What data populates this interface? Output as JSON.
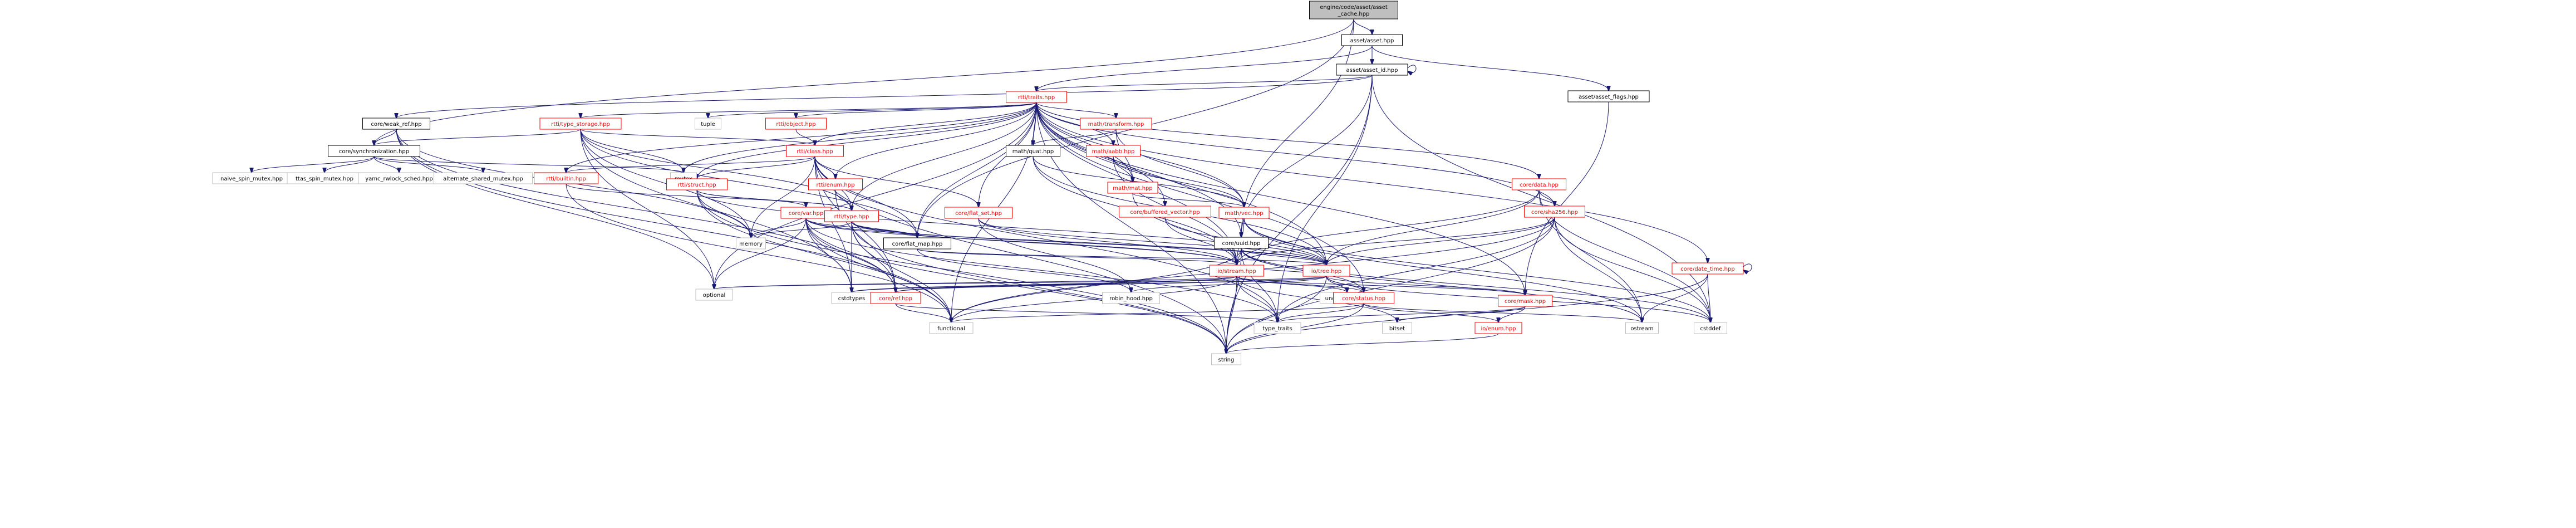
{
  "diagram": {
    "title": "",
    "colors": {
      "edge": "#191970",
      "root_fill": "#bfbfbf",
      "border_red": "#ff0000",
      "border_black": "#000000",
      "border_grey": "#bfbfbf",
      "label_red": "#ff0000",
      "label_black": "#000000"
    },
    "nodes": [
      {
        "id": "root",
        "lines": [
          "engine/code/asset/asset",
          "_cache.hpp"
        ],
        "style": "root"
      },
      {
        "id": "asset_hpp",
        "lines": [
          "asset/asset.hpp"
        ],
        "style": "black"
      },
      {
        "id": "asset_id",
        "lines": [
          "asset/asset_id.hpp"
        ],
        "style": "black"
      },
      {
        "id": "asset_flags",
        "lines": [
          "asset/asset_flags.hpp"
        ],
        "style": "black"
      },
      {
        "id": "rtti_traits",
        "lines": [
          "rtti/traits.hpp"
        ],
        "style": "red"
      },
      {
        "id": "weak_ref",
        "lines": [
          "core/weak_ref.hpp"
        ],
        "style": "black"
      },
      {
        "id": "type_storage",
        "lines": [
          "rtti/type_storage.hpp"
        ],
        "style": "red"
      },
      {
        "id": "tuple",
        "lines": [
          "tuple"
        ],
        "style": "grey"
      },
      {
        "id": "rtti_object",
        "lines": [
          "rtti/object.hpp"
        ],
        "style": "red"
      },
      {
        "id": "rtti_class",
        "lines": [
          "rtti/class.hpp"
        ],
        "style": "red"
      },
      {
        "id": "math_transform",
        "lines": [
          "math/transform.hpp"
        ],
        "style": "red"
      },
      {
        "id": "core_data",
        "lines": [
          "core/data.hpp"
        ],
        "style": "red"
      },
      {
        "id": "core_sync",
        "lines": [
          "core/synchronization.hpp"
        ],
        "style": "black"
      },
      {
        "id": "naive_spin",
        "lines": [
          "naive_spin_mutex.hpp"
        ],
        "style": "grey"
      },
      {
        "id": "ttas_spin",
        "lines": [
          "ttas_spin_mutex.hpp"
        ],
        "style": "grey"
      },
      {
        "id": "yamc_rwlock",
        "lines": [
          "yamc_rwlock_sched.hpp"
        ],
        "style": "grey"
      },
      {
        "id": "alt_shared",
        "lines": [
          "alternate_shared_mutex.hpp"
        ],
        "style": "grey"
      },
      {
        "id": "mutex",
        "lines": [
          "mutex"
        ],
        "style": "grey"
      },
      {
        "id": "rtti_builtin",
        "lines": [
          "rtti/builtin.hpp"
        ],
        "style": "red"
      },
      {
        "id": "rtti_struct",
        "lines": [
          "rtti/struct.hpp"
        ],
        "style": "red"
      },
      {
        "id": "rtti_enum",
        "lines": [
          "rtti/enum.hpp"
        ],
        "style": "red"
      },
      {
        "id": "math_quat",
        "lines": [
          "math/quat.hpp"
        ],
        "style": "black"
      },
      {
        "id": "math_aabb",
        "lines": [
          "math/aabb.hpp"
        ],
        "style": "red"
      },
      {
        "id": "core_var",
        "lines": [
          "core/var.hpp"
        ],
        "style": "red"
      },
      {
        "id": "rtti_type",
        "lines": [
          "rtti/type.hpp"
        ],
        "style": "red"
      },
      {
        "id": "core_flat_set",
        "lines": [
          "core/flat_set.hpp"
        ],
        "style": "red"
      },
      {
        "id": "math_mat",
        "lines": [
          "math/mat.hpp"
        ],
        "style": "red"
      },
      {
        "id": "core_sha256",
        "lines": [
          "core/sha256.hpp"
        ],
        "style": "red"
      },
      {
        "id": "memory",
        "lines": [
          "memory"
        ],
        "style": "grey"
      },
      {
        "id": "core_flat_map",
        "lines": [
          "core/flat_map.hpp"
        ],
        "style": "black"
      },
      {
        "id": "core_buffered",
        "lines": [
          "core/buffered_vector.hpp"
        ],
        "style": "red"
      },
      {
        "id": "core_uuid",
        "lines": [
          "core/uuid.hpp"
        ],
        "style": "black"
      },
      {
        "id": "math_vec",
        "lines": [
          "math/vec.hpp"
        ],
        "style": "red"
      },
      {
        "id": "io_stream",
        "lines": [
          "io/stream.hpp"
        ],
        "style": "red"
      },
      {
        "id": "io_tree",
        "lines": [
          "io/tree.hpp"
        ],
        "style": "red"
      },
      {
        "id": "optional",
        "lines": [
          "optional"
        ],
        "style": "grey"
      },
      {
        "id": "cstdtypes",
        "lines": [
          "cstdtypes"
        ],
        "style": "grey"
      },
      {
        "id": "core_ref",
        "lines": [
          "core/ref.hpp"
        ],
        "style": "red"
      },
      {
        "id": "robin_hood",
        "lines": [
          "robin_hood.hpp"
        ],
        "style": "grey"
      },
      {
        "id": "unordered_map",
        "lines": [
          "unordered_map"
        ],
        "style": "grey"
      },
      {
        "id": "core_status",
        "lines": [
          "core/status.hpp"
        ],
        "style": "red"
      },
      {
        "id": "core_mask",
        "lines": [
          "core/mask.hpp"
        ],
        "style": "red"
      },
      {
        "id": "core_date_time",
        "lines": [
          "core/date_time.hpp"
        ],
        "style": "red"
      },
      {
        "id": "functional",
        "lines": [
          "functional"
        ],
        "style": "grey"
      },
      {
        "id": "type_traits",
        "lines": [
          "type_traits"
        ],
        "style": "grey"
      },
      {
        "id": "bitset",
        "lines": [
          "bitset"
        ],
        "style": "grey"
      },
      {
        "id": "io_enum",
        "lines": [
          "io/enum.hpp"
        ],
        "style": "red"
      },
      {
        "id": "cstddef",
        "lines": [
          "cstddef"
        ],
        "style": "grey"
      },
      {
        "id": "ostream",
        "lines": [
          "ostream"
        ],
        "style": "grey"
      },
      {
        "id": "string",
        "lines": [
          "string"
        ],
        "style": "grey"
      }
    ],
    "edges": [
      [
        "root",
        "asset_hpp"
      ],
      [
        "root",
        "core_sync"
      ],
      [
        "root",
        "core_flat_map"
      ],
      [
        "root",
        "core_uuid"
      ],
      [
        "asset_hpp",
        "asset_id"
      ],
      [
        "asset_hpp",
        "asset_flags"
      ],
      [
        "asset_hpp",
        "rtti_traits"
      ],
      [
        "asset_id",
        "rtti_traits"
      ],
      [
        "asset_id",
        "weak_ref"
      ],
      [
        "asset_id",
        "core_uuid"
      ],
      [
        "asset_id",
        "asset_id"
      ],
      [
        "asset_id",
        "string"
      ],
      [
        "asset_id",
        "cstddef"
      ],
      [
        "asset_id",
        "type_traits"
      ],
      [
        "asset_flags",
        "core_mask"
      ],
      [
        "weak_ref",
        "core_sync"
      ],
      [
        "weak_ref",
        "core_ref"
      ],
      [
        "weak_ref",
        "memory"
      ],
      [
        "weak_ref",
        "functional"
      ],
      [
        "weak_ref",
        "optional"
      ],
      [
        "core_sync",
        "naive_spin"
      ],
      [
        "core_sync",
        "ttas_spin"
      ],
      [
        "core_sync",
        "yamc_rwlock"
      ],
      [
        "core_sync",
        "alt_shared"
      ],
      [
        "core_sync",
        "mutex"
      ],
      [
        "rtti_traits",
        "type_storage"
      ],
      [
        "rtti_traits",
        "tuple"
      ],
      [
        "rtti_traits",
        "rtti_object"
      ],
      [
        "rtti_traits",
        "rtti_class"
      ],
      [
        "rtti_traits",
        "math_transform"
      ],
      [
        "rtti_traits",
        "core_data"
      ],
      [
        "rtti_traits",
        "rtti_builtin"
      ],
      [
        "rtti_traits",
        "rtti_struct"
      ],
      [
        "rtti_traits",
        "rtti_enum"
      ],
      [
        "rtti_traits",
        "math_quat"
      ],
      [
        "rtti_traits",
        "math_aabb"
      ],
      [
        "rtti_traits",
        "rtti_type"
      ],
      [
        "rtti_traits",
        "core_flat_set"
      ],
      [
        "rtti_traits",
        "math_mat"
      ],
      [
        "rtti_traits",
        "core_sha256"
      ],
      [
        "rtti_traits",
        "core_flat_map"
      ],
      [
        "rtti_traits",
        "core_buffered"
      ],
      [
        "rtti_traits",
        "core_uuid"
      ],
      [
        "rtti_traits",
        "math_vec"
      ],
      [
        "rtti_traits",
        "io_stream"
      ],
      [
        "rtti_traits",
        "io_tree"
      ],
      [
        "rtti_traits",
        "core_status"
      ],
      [
        "rtti_traits",
        "core_mask"
      ],
      [
        "rtti_traits",
        "core_date_time"
      ],
      [
        "rtti_traits",
        "functional"
      ],
      [
        "rtti_traits",
        "string"
      ],
      [
        "rtti_traits",
        "mutex"
      ],
      [
        "rtti_traits",
        "optional"
      ],
      [
        "type_storage",
        "rtti_class"
      ],
      [
        "type_storage",
        "core_sync"
      ],
      [
        "type_storage",
        "memory"
      ],
      [
        "type_storage",
        "mutex"
      ],
      [
        "type_storage",
        "optional"
      ],
      [
        "type_storage",
        "cstdtypes"
      ],
      [
        "type_storage",
        "core_flat_map"
      ],
      [
        "type_storage",
        "rtti_type"
      ],
      [
        "rtti_object",
        "rtti_class"
      ],
      [
        "rtti_class",
        "rtti_builtin"
      ],
      [
        "rtti_class",
        "rtti_struct"
      ],
      [
        "rtti_class",
        "rtti_enum"
      ],
      [
        "rtti_class",
        "rtti_type"
      ],
      [
        "rtti_class",
        "core_flat_set"
      ],
      [
        "rtti_class",
        "core_flat_map"
      ],
      [
        "rtti_class",
        "core_ref"
      ],
      [
        "rtti_class",
        "memory"
      ],
      [
        "rtti_class",
        "string"
      ],
      [
        "rtti_class",
        "type_traits"
      ],
      [
        "rtti_class",
        "cstdtypes"
      ],
      [
        "math_transform",
        "math_quat"
      ],
      [
        "math_transform",
        "math_mat"
      ],
      [
        "math_transform",
        "math_vec"
      ],
      [
        "core_data",
        "core_sha256"
      ],
      [
        "core_data",
        "io_stream"
      ],
      [
        "core_data",
        "io_tree"
      ],
      [
        "core_data",
        "cstddef"
      ],
      [
        "core_data",
        "ostream"
      ],
      [
        "rtti_builtin",
        "rtti_type"
      ],
      [
        "rtti_builtin",
        "functional"
      ],
      [
        "rtti_struct",
        "rtti_type"
      ],
      [
        "rtti_struct",
        "core_var"
      ],
      [
        "rtti_struct",
        "memory"
      ],
      [
        "rtti_struct",
        "functional"
      ],
      [
        "rtti_struct",
        "string"
      ],
      [
        "rtti_struct",
        "io_tree"
      ],
      [
        "rtti_enum",
        "rtti_type"
      ],
      [
        "rtti_enum",
        "core_ref"
      ],
      [
        "math_quat",
        "math_vec"
      ],
      [
        "math_quat",
        "io_stream"
      ],
      [
        "math_quat",
        "io_tree"
      ],
      [
        "math_aabb",
        "math_mat"
      ],
      [
        "math_aabb",
        "math_vec"
      ],
      [
        "math_aabb",
        "io_stream"
      ],
      [
        "core_var",
        "memory"
      ],
      [
        "core_var",
        "core_flat_map"
      ],
      [
        "core_var",
        "io_stream"
      ],
      [
        "core_var",
        "io_tree"
      ],
      [
        "core_var",
        "optional"
      ],
      [
        "core_var",
        "cstdtypes"
      ],
      [
        "core_var",
        "core_ref"
      ],
      [
        "core_var",
        "functional"
      ],
      [
        "core_var",
        "type_traits"
      ],
      [
        "core_var",
        "string"
      ],
      [
        "rtti_type",
        "memory"
      ],
      [
        "rtti_type",
        "core_flat_map"
      ],
      [
        "rtti_type",
        "io_stream"
      ],
      [
        "rtti_type",
        "io_tree"
      ],
      [
        "rtti_type",
        "cstdtypes"
      ],
      [
        "rtti_type",
        "core_ref"
      ],
      [
        "rtti_type",
        "functional"
      ],
      [
        "rtti_type",
        "string"
      ],
      [
        "core_flat_set",
        "io_stream"
      ],
      [
        "core_flat_set",
        "io_tree"
      ],
      [
        "core_flat_set",
        "robin_hood"
      ],
      [
        "math_mat",
        "math_vec"
      ],
      [
        "math_mat",
        "io_stream"
      ],
      [
        "core_sha256",
        "io_stream"
      ],
      [
        "core_sha256",
        "io_tree"
      ],
      [
        "core_sha256",
        "string"
      ],
      [
        "core_sha256",
        "cstddef"
      ],
      [
        "core_sha256",
        "ostream"
      ],
      [
        "core_sha256",
        "functional"
      ],
      [
        "core_sha256",
        "type_traits"
      ],
      [
        "core_flat_map",
        "io_stream"
      ],
      [
        "core_flat_map",
        "io_tree"
      ],
      [
        "core_flat_map",
        "robin_hood"
      ],
      [
        "core_buffered",
        "io_stream"
      ],
      [
        "core_buffered",
        "io_tree"
      ],
      [
        "core_uuid",
        "io_stream"
      ],
      [
        "core_uuid",
        "io_tree"
      ],
      [
        "core_uuid",
        "core_status"
      ],
      [
        "core_uuid",
        "string"
      ],
      [
        "core_uuid",
        "cstddef"
      ],
      [
        "core_uuid",
        "functional"
      ],
      [
        "core_uuid",
        "ostream"
      ],
      [
        "core_uuid",
        "type_traits"
      ],
      [
        "math_vec",
        "io_stream"
      ],
      [
        "math_vec",
        "io_tree"
      ],
      [
        "math_vec",
        "cstddef"
      ],
      [
        "math_vec",
        "ostream"
      ],
      [
        "io_stream",
        "optional"
      ],
      [
        "io_stream",
        "cstdtypes"
      ],
      [
        "io_stream",
        "core_ref"
      ],
      [
        "io_stream",
        "unordered_map"
      ],
      [
        "io_stream",
        "core_status"
      ],
      [
        "io_stream",
        "core_mask"
      ],
      [
        "io_stream",
        "functional"
      ],
      [
        "io_stream",
        "type_traits"
      ],
      [
        "io_stream",
        "bitset"
      ],
      [
        "io_stream",
        "string"
      ],
      [
        "io_tree",
        "io_stream"
      ],
      [
        "io_tree",
        "optional"
      ],
      [
        "io_tree",
        "robin_hood"
      ],
      [
        "io_tree",
        "unordered_map"
      ],
      [
        "io_tree",
        "core_status"
      ],
      [
        "io_tree",
        "core_mask"
      ],
      [
        "io_tree",
        "cstdtypes"
      ],
      [
        "io_tree",
        "core_ref"
      ],
      [
        "io_tree",
        "string"
      ],
      [
        "io_tree",
        "cstddef"
      ],
      [
        "core_ref",
        "functional"
      ],
      [
        "core_ref",
        "type_traits"
      ],
      [
        "core_status",
        "io_enum"
      ],
      [
        "core_status",
        "string"
      ],
      [
        "core_status",
        "ostream"
      ],
      [
        "core_status",
        "functional"
      ],
      [
        "core_status",
        "type_traits"
      ],
      [
        "core_mask",
        "io_enum"
      ],
      [
        "core_mask",
        "bitset"
      ],
      [
        "core_mask",
        "type_traits"
      ],
      [
        "core_date_time",
        "core_date_time"
      ],
      [
        "core_date_time",
        "string"
      ],
      [
        "core_date_time",
        "ostream"
      ],
      [
        "core_date_time",
        "cstddef"
      ],
      [
        "io_enum",
        "string"
      ]
    ]
  }
}
